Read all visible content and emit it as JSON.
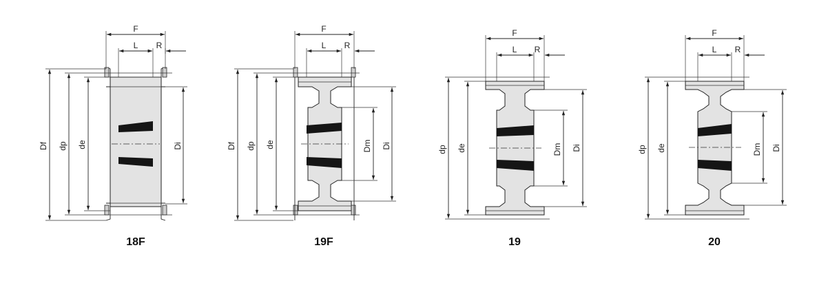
{
  "pulleys": [
    {
      "id": "18F",
      "caption": "18F",
      "dims": {
        "F": "F",
        "L": "L",
        "R": "R",
        "Df": "Df",
        "dp": "dp",
        "de": "de",
        "Di": "Di"
      }
    },
    {
      "id": "19F",
      "caption": "19F",
      "dims": {
        "F": "F",
        "L": "L",
        "R": "R",
        "Df": "Df",
        "dp": "dp",
        "de": "de",
        "Dm": "Dm",
        "Di": "Di"
      }
    },
    {
      "id": "19",
      "caption": "19",
      "dims": {
        "F": "F",
        "L": "L",
        "R": "R",
        "dp": "dp",
        "de": "de",
        "Dm": "Dm",
        "Di": "Di"
      }
    },
    {
      "id": "20",
      "caption": "20",
      "dims": {
        "F": "F",
        "L": "L",
        "R": "R",
        "dp": "dp",
        "de": "de",
        "Dm": "Dm",
        "Di": "Di"
      }
    }
  ],
  "colors": {
    "line": "#222222",
    "fill": "#e3e3e3",
    "key": "#151515",
    "background": "#ffffff"
  }
}
